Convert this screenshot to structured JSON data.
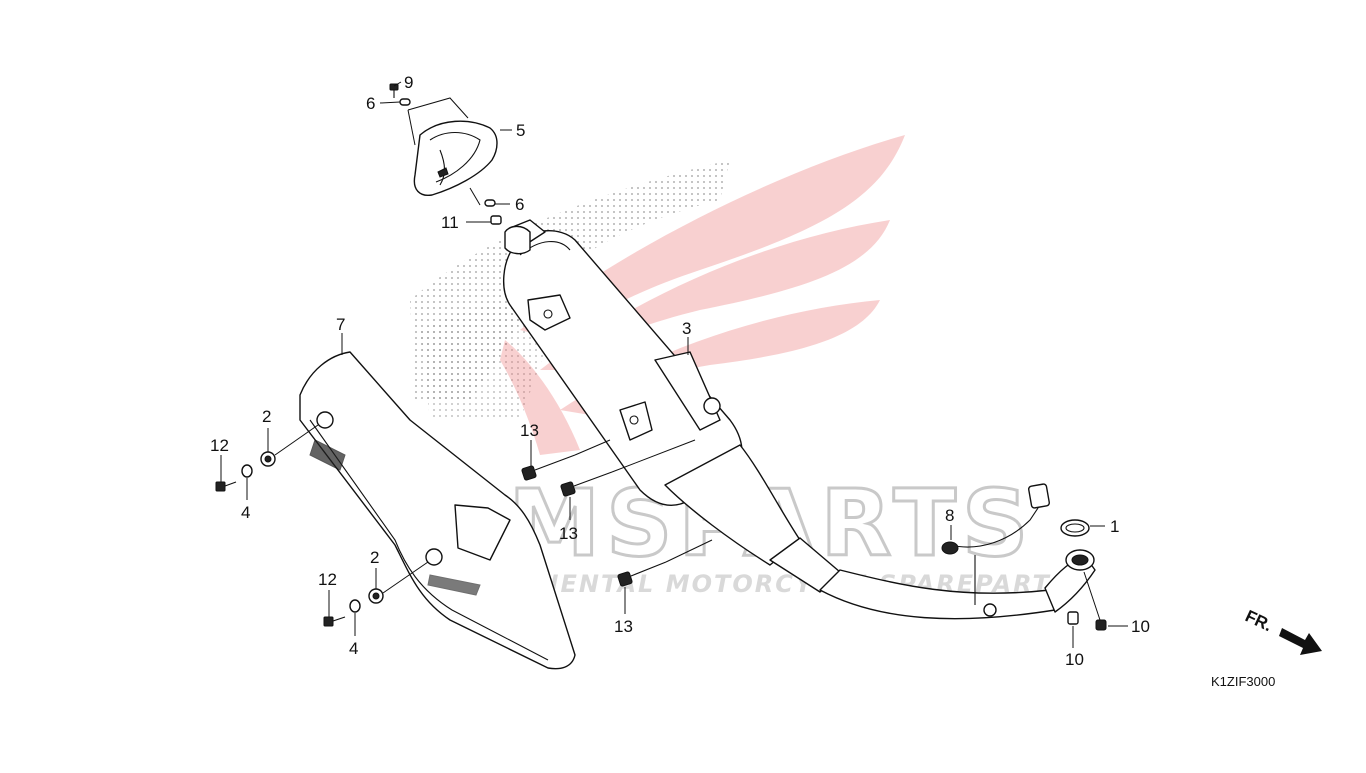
{
  "diagram": {
    "code": "K1ZIF3000",
    "front_indicator": "FR.",
    "watermark": {
      "brand": "CMSPARTS",
      "tagline": "CONTINENTAL MOTORCYCLE SPAREPARTS",
      "color_wing": "#e85a5a",
      "color_text": "#c9c9c9"
    },
    "callouts": [
      {
        "id": "c9",
        "text": "9"
      },
      {
        "id": "c6a",
        "text": "6"
      },
      {
        "id": "c5",
        "text": "5"
      },
      {
        "id": "c6b",
        "text": "6"
      },
      {
        "id": "c11",
        "text": "11"
      },
      {
        "id": "c7",
        "text": "7"
      },
      {
        "id": "c3",
        "text": "3"
      },
      {
        "id": "c2a",
        "text": "2"
      },
      {
        "id": "c12a",
        "text": "12"
      },
      {
        "id": "c4a",
        "text": "4"
      },
      {
        "id": "c13a",
        "text": "13"
      },
      {
        "id": "c13b",
        "text": "13"
      },
      {
        "id": "c2b",
        "text": "2"
      },
      {
        "id": "c12b",
        "text": "12"
      },
      {
        "id": "c4b",
        "text": "4"
      },
      {
        "id": "c13c",
        "text": "13"
      },
      {
        "id": "c8",
        "text": "8"
      },
      {
        "id": "c1",
        "text": "1"
      },
      {
        "id": "c10a",
        "text": "10"
      },
      {
        "id": "c10b",
        "text": "10"
      }
    ]
  }
}
